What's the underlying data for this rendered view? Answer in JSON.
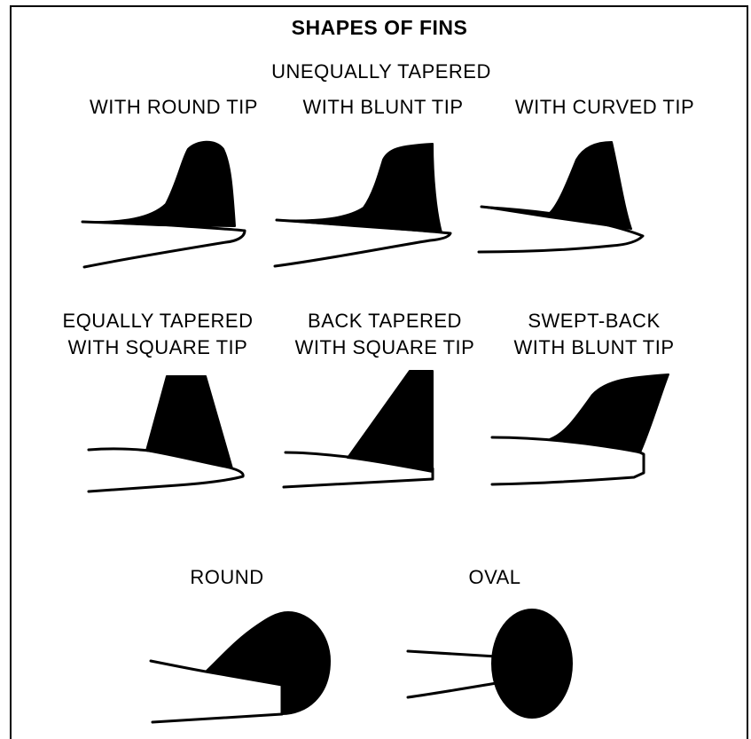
{
  "title": "SHAPES OF FINS",
  "subtitle": "UNEQUALLY TAPERED",
  "row1": [
    {
      "label": "WITH ROUND TIP"
    },
    {
      "label": "WITH BLUNT TIP"
    },
    {
      "label": "WITH CURVED TIP"
    }
  ],
  "row2": [
    {
      "line1": "EQUALLY  TAPERED",
      "line2": "WITH SQUARE TIP"
    },
    {
      "line1": "BACK TAPERED",
      "line2": "WITH SQUARE TIP"
    },
    {
      "line1": "SWEPT-BACK",
      "line2": "WITH BLUNT TIP"
    }
  ],
  "row3": [
    {
      "label": "ROUND"
    },
    {
      "label": "OVAL"
    }
  ],
  "colors": {
    "ink": "#000000",
    "paper": "#ffffff"
  }
}
